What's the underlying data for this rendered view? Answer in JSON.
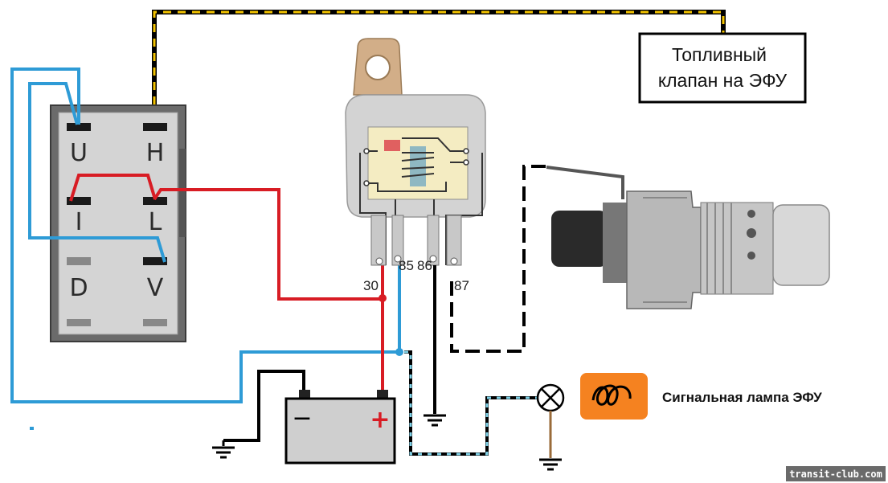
{
  "switch": {
    "labels": [
      "U",
      "H",
      "I",
      "L",
      "D",
      "V"
    ]
  },
  "relay": {
    "terminals": [
      "30",
      "85",
      "86",
      "87"
    ]
  },
  "battery": {
    "minus": "−",
    "plus": "+"
  },
  "fuel_valve": {
    "line1": "Топливный",
    "line2": "клапан на ЭФУ"
  },
  "signal_lamp": {
    "label": "Сигнальная лампа ЭФУ"
  },
  "watermark": "transit-club.com",
  "colors": {
    "red_wire": "#d81c24",
    "blue_wire": "#2e9bd6",
    "yellow_dash": "#f2c200",
    "black_wire": "#000000",
    "lamp_icon_bg": "#f58220",
    "battery_body": "#cfcfcf"
  }
}
